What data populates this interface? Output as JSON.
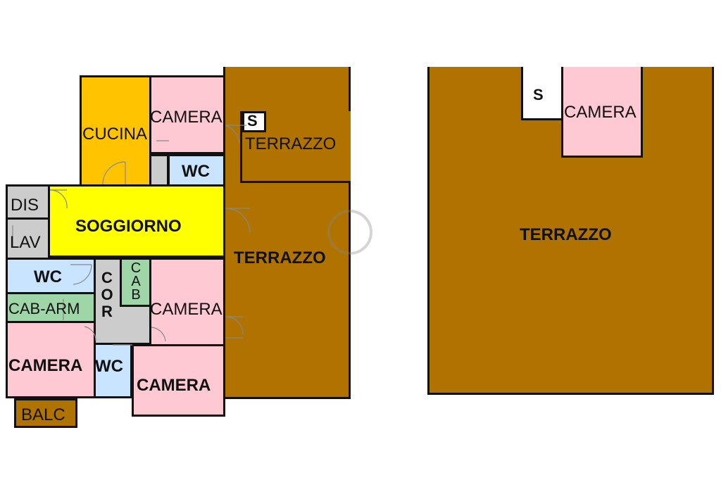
{
  "colors": {
    "terrace": "#b07300",
    "bedroom": "#ffc9d4",
    "kitchen": "#ffc300",
    "living": "#ffff00",
    "bath": "#c9e4ff",
    "closet": "#9fd6a8",
    "circulation": "#cccccc",
    "balcony": "#b07300",
    "white": "#ffffff",
    "wall": "#111111"
  },
  "left_plan": {
    "cucina": "CUCINA",
    "camera_top": "CAMERA",
    "s_box": "S",
    "terrazzo_upper": "TERRAZZO",
    "wc_top": "WC",
    "dis": "DIS",
    "lav": "LAV",
    "soggiorno": "SOGGIORNO",
    "terrazzo_main": "TERRAZZO",
    "wc_left": "WC",
    "cor": "COR",
    "cab": "CAB",
    "camera_mid": "CAMERA",
    "cab_arm": "CAB-ARM",
    "camera_bl": "CAMERA",
    "wc_bottom": "WC",
    "camera_bottom": "CAMERA",
    "balc": "BALC"
  },
  "right_plan": {
    "s_box": "S",
    "camera": "CAMERA",
    "terrazzo": "TERRAZZO"
  }
}
